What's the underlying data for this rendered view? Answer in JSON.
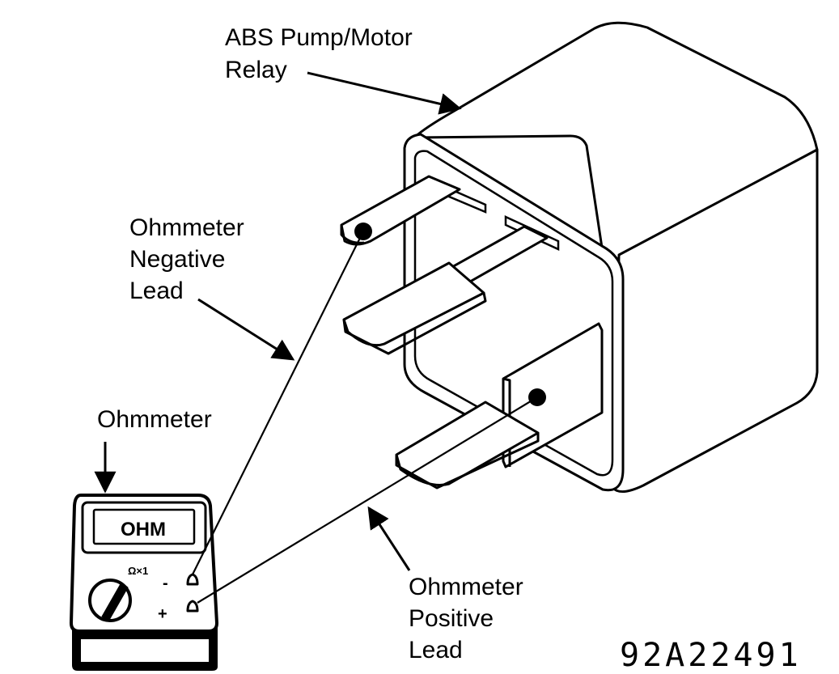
{
  "labels": {
    "relay_line1": "ABS Pump/Motor",
    "relay_line2": "Relay",
    "neg_line1": "Ohmmeter",
    "neg_line2": "Negative",
    "neg_line3": "Lead",
    "meter": "Ohmmeter",
    "pos_line1": "Ohmmeter",
    "pos_line2": "Positive",
    "pos_line3": "Lead",
    "figure_id": "92A22491"
  },
  "meter": {
    "display": "OHM",
    "range": "Ω×1",
    "minus": "-",
    "plus": "+"
  }
}
